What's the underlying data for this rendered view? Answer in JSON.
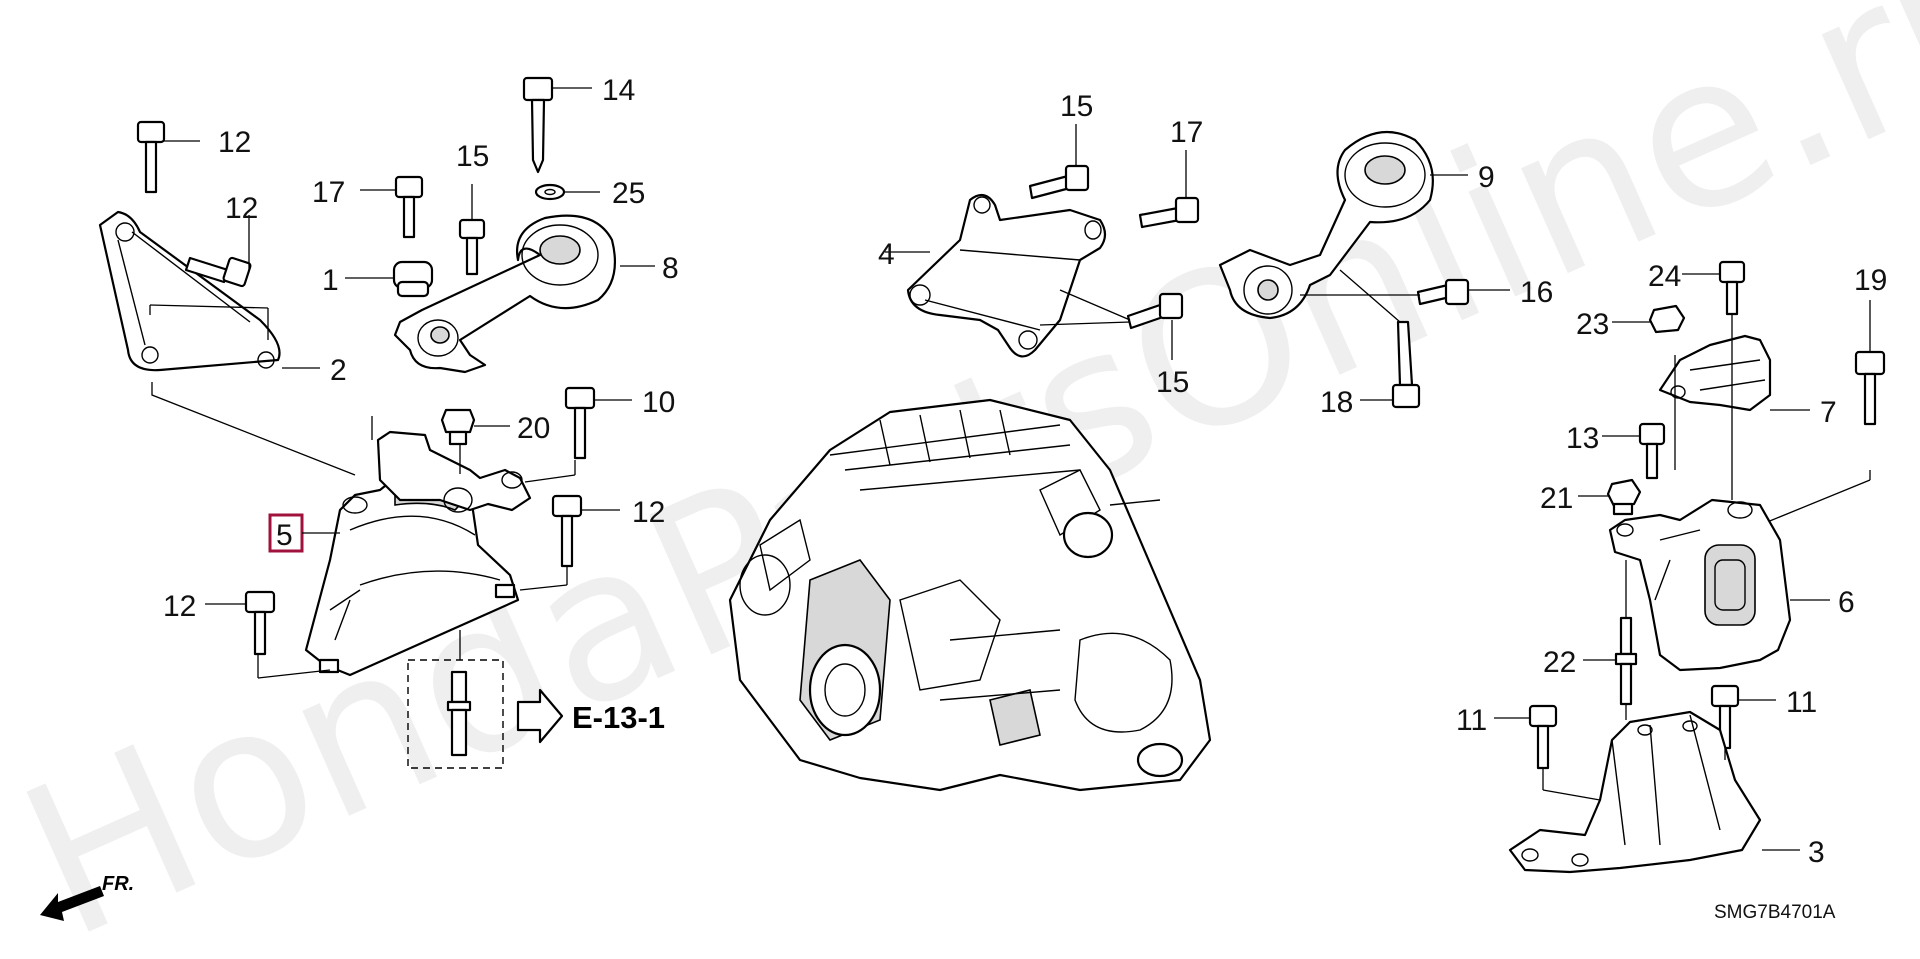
{
  "watermark": "HondaPartsOnline.ru",
  "diagram_code": "SMG7B4701A",
  "front_indicator": "FR.",
  "reference_link": "E-13-1",
  "highlighted_part": "5",
  "callouts": {
    "c12a": "12",
    "c12b": "12",
    "c17a": "17",
    "c15a": "15",
    "c14": "14",
    "c25": "25",
    "c1": "1",
    "c8": "8",
    "c2": "2",
    "c20": "20",
    "c10": "10",
    "c12c": "12",
    "c12d": "12",
    "c15b": "15",
    "c17b": "17",
    "c4": "4",
    "c15c": "15",
    "c9": "9",
    "c16": "16",
    "c18": "18",
    "c24": "24",
    "c19": "19",
    "c23": "23",
    "c7": "7",
    "c13": "13",
    "c21": "21",
    "c6": "6",
    "c22": "22",
    "c11a": "11",
    "c11b": "11",
    "c3": "3"
  },
  "colors": {
    "highlight_box": "#a0123c",
    "watermark": "#dcdcdc"
  }
}
